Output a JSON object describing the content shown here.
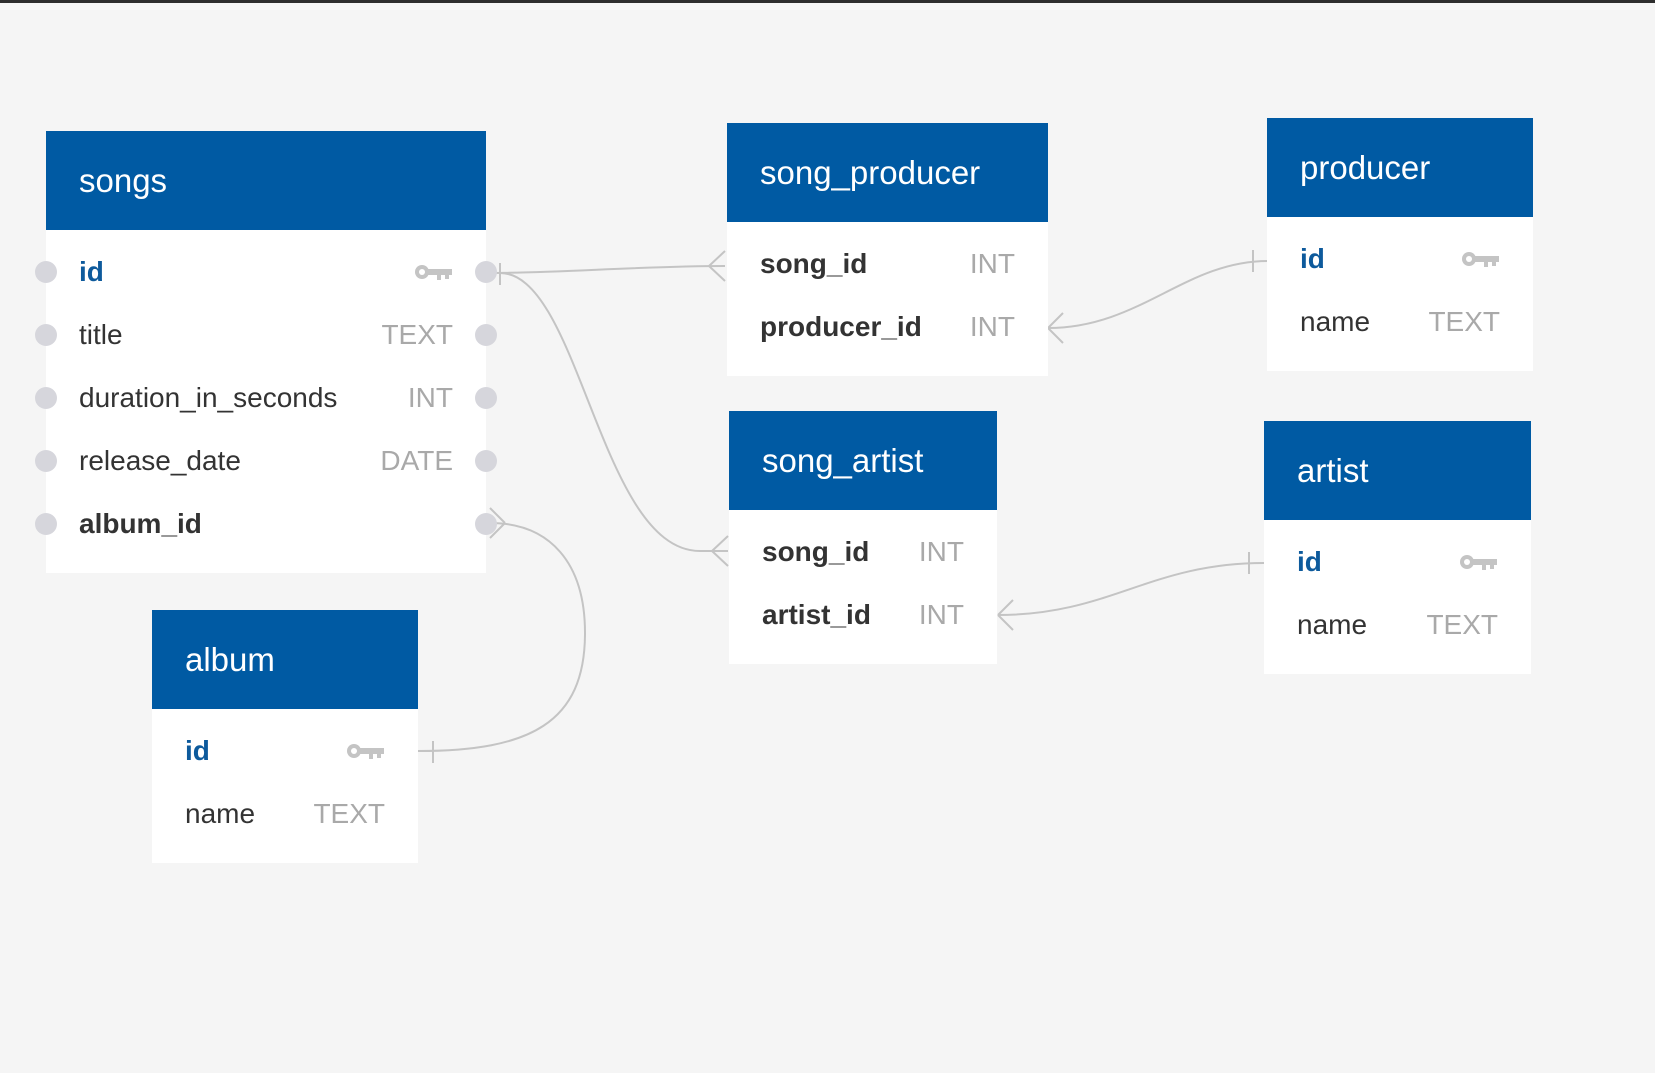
{
  "diagram": {
    "tables": {
      "songs": {
        "title": "songs",
        "columns": [
          {
            "name": "id",
            "type": "",
            "pk": true
          },
          {
            "name": "title",
            "type": "TEXT"
          },
          {
            "name": "duration_in_seconds",
            "type": "INT"
          },
          {
            "name": "release_date",
            "type": "DATE"
          },
          {
            "name": "album_id",
            "type": ""
          }
        ]
      },
      "album": {
        "title": "album",
        "columns": [
          {
            "name": "id",
            "type": "",
            "pk": true
          },
          {
            "name": "name",
            "type": "TEXT"
          }
        ]
      },
      "song_producer": {
        "title": "song_producer",
        "columns": [
          {
            "name": "song_id",
            "type": "INT"
          },
          {
            "name": "producer_id",
            "type": "INT"
          }
        ]
      },
      "producer": {
        "title": "producer",
        "columns": [
          {
            "name": "id",
            "type": "",
            "pk": true
          },
          {
            "name": "name",
            "type": "TEXT"
          }
        ]
      },
      "song_artist": {
        "title": "song_artist",
        "columns": [
          {
            "name": "song_id",
            "type": "INT"
          },
          {
            "name": "artist_id",
            "type": "INT"
          }
        ]
      },
      "artist": {
        "title": "artist",
        "columns": [
          {
            "name": "id",
            "type": "",
            "pk": true
          },
          {
            "name": "name",
            "type": "TEXT"
          }
        ]
      }
    },
    "relationships": [
      {
        "from": "songs.id",
        "to": "song_producer.song_id",
        "cardinality": "one-to-many"
      },
      {
        "from": "songs.id",
        "to": "song_artist.song_id",
        "cardinality": "one-to-many"
      },
      {
        "from": "album.id",
        "to": "songs.album_id",
        "cardinality": "one-to-many"
      },
      {
        "from": "producer.id",
        "to": "song_producer.producer_id",
        "cardinality": "one-to-many"
      },
      {
        "from": "artist.id",
        "to": "song_artist.artist_id",
        "cardinality": "one-to-many"
      }
    ],
    "colors": {
      "header": "#005aa3",
      "background": "#f5f5f5",
      "primary_key_text": "#0d5a9c",
      "type_text": "#a9a9a9",
      "connector": "#c4c4c4",
      "key_icon": "#c4c4c4"
    },
    "icons": {
      "primary_key": "key-icon"
    }
  }
}
